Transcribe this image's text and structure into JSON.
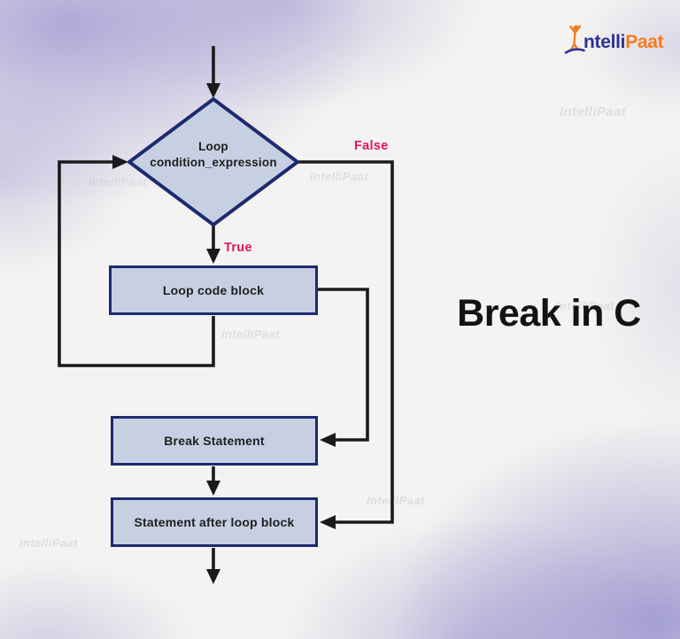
{
  "page": {
    "title_text": "Break in C"
  },
  "logo": {
    "prefix": "ntelli",
    "suffix": "Paat",
    "prefix_color": "#2e3192",
    "suffix_color": "#f47b20",
    "figure_icon": "person-raised-arms-icon"
  },
  "background": {
    "watermark_text": "IntelliPaat"
  },
  "flowchart": {
    "decision": {
      "label_line1": "Loop",
      "label_line2": "condition_expression"
    },
    "branch_labels": {
      "true_label": "True",
      "false_label": "False"
    },
    "boxes": [
      {
        "id": "loop-code-block",
        "label": "Loop code block"
      },
      {
        "id": "break-statement",
        "label": "Break Statement"
      },
      {
        "id": "statement-after-loop",
        "label": "Statement after loop block"
      }
    ],
    "colors": {
      "shape_fill": "#c7d0e2",
      "shape_border": "#1c2a70",
      "connector": "#1a1a1a",
      "branch_label": "#e0175b"
    }
  }
}
